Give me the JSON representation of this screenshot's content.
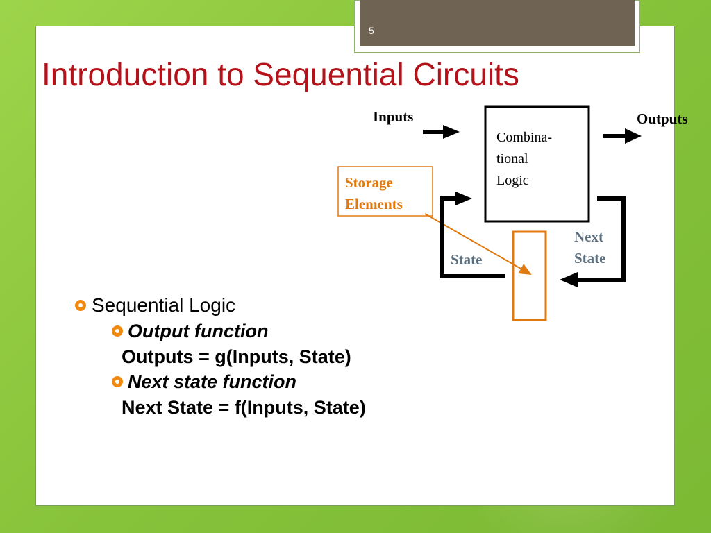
{
  "slide": {
    "number": "5",
    "title": "Introduction to Sequential Circuits"
  },
  "diagram": {
    "inputs_label": "Inputs",
    "outputs_label": "Outputs",
    "combinational_label": "Combina-\ntional\nLogic",
    "storage_label": "Storage\nElements",
    "state_label": "State",
    "next_state_label": "Next\nState",
    "colors": {
      "storage": "#e07a10",
      "state_text": "#5a6e7e"
    }
  },
  "content": {
    "level1": "Sequential Logic",
    "items": [
      {
        "heading": "Output function",
        "formula": "Outputs = g(Inputs, State)"
      },
      {
        "heading": "Next state function",
        "formula": "Next State = f(Inputs, State)"
      }
    ]
  },
  "colors": {
    "title": "#b3121a",
    "bullet": "#f08a0f",
    "background": "#8cc63f",
    "number_tab": "#6f6354"
  }
}
